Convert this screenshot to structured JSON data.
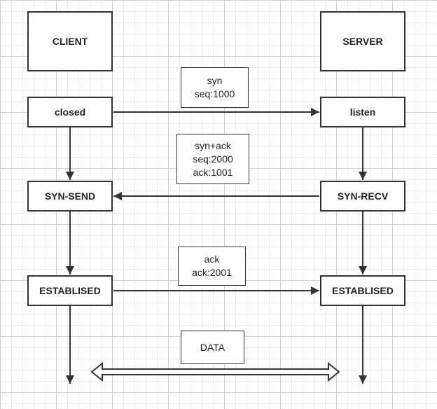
{
  "entities": {
    "client": "CLIENT",
    "server": "SERVER"
  },
  "states": {
    "client_closed": "closed",
    "server_listen": "listen",
    "client_syn_send": "SYN-SEND",
    "server_syn_recv": "SYN-RECV",
    "client_established": "ESTABLISED",
    "server_established": "ESTABLISED"
  },
  "messages": {
    "syn": [
      "syn",
      "seq:1000"
    ],
    "syn_ack": [
      "syn+ack",
      "seq:2000",
      "ack:1001"
    ],
    "ack": [
      "ack",
      "ack:2001"
    ],
    "data": [
      "DATA"
    ]
  },
  "colors": {
    "stroke": "#333333",
    "grid_major": "#cfcfcf",
    "grid_minor": "#ececec"
  }
}
